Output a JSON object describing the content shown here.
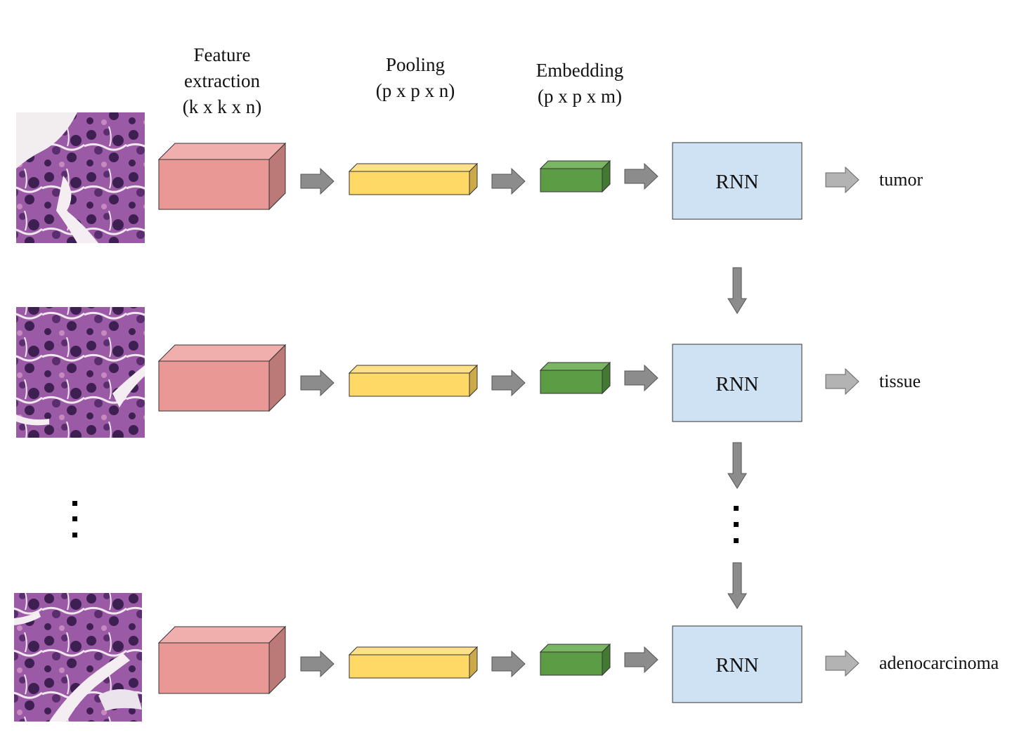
{
  "headers": {
    "feature": [
      "Feature",
      "extraction",
      "(k x k x n)"
    ],
    "pooling": [
      "Pooling",
      "(p x p x n)"
    ],
    "embedding": [
      "Embedding",
      "(p x p x m)"
    ]
  },
  "rnn_label": "RNN",
  "rows": [
    {
      "output": "tumor"
    },
    {
      "output": "tissue"
    },
    {
      "output": "adenocarcinoma"
    }
  ],
  "colors": {
    "feature_front": "#ea9896",
    "feature_top": "#f0aeac",
    "feature_side": "#bb7977",
    "pool_front": "#ffd966",
    "pool_top": "#ffe08a",
    "pool_side": "#ccaa4a",
    "embed_front": "#5b9c44",
    "embed_top": "#7ab563",
    "embed_side": "#437a32",
    "rnn_fill": "#cfe2f3",
    "arrow": "#8c8c8c",
    "arrow_light": "#b3b3b3",
    "tissue_base": "#9a5aa5",
    "tissue_dark": "#3e1f52",
    "tissue_light": "#f0e6ee"
  }
}
